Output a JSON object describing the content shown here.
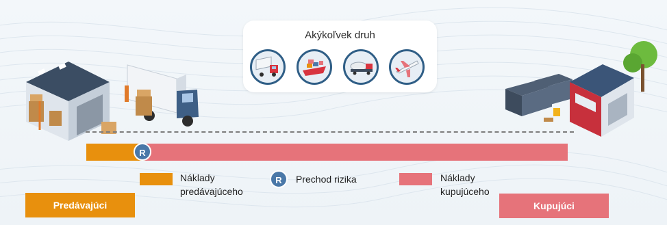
{
  "mode_panel": {
    "title": "Akýkoľvek druh",
    "icons": [
      "truck-icon",
      "ship-icon",
      "train-icon",
      "airplane-icon"
    ]
  },
  "timeline": {
    "risk_marker": "R"
  },
  "legend": {
    "seller_costs": "Náklady predávajúceho",
    "risk_transfer_symbol": "R",
    "risk_transfer": "Prechod rizika",
    "buyer_costs": "Náklady kupujúceho"
  },
  "parties": {
    "seller": "Predávajúci",
    "buyer": "Kupujúci"
  },
  "colors": {
    "seller": "#e8900d",
    "buyer": "#e6737a",
    "risk": "#4a78a8",
    "icon_ring": "#2f5e86"
  }
}
